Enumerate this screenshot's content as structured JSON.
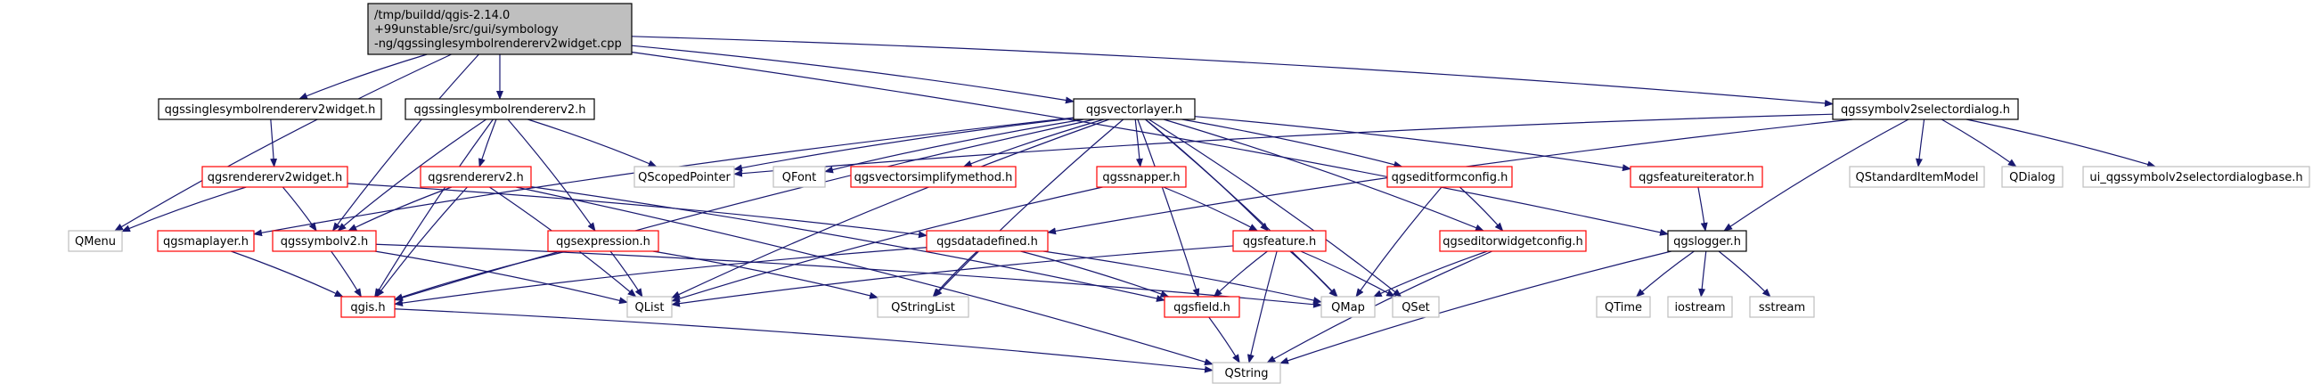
{
  "graph": {
    "colors": {
      "edge": "#191970",
      "box_black": "#000000",
      "box_red": "#ff0000",
      "box_grey": "#bfbfbf",
      "root_fill": "#bfbfbf",
      "text": "#000000",
      "text_grey": "#000000"
    },
    "nodes": {
      "root": {
        "lines": [
          "/tmp/buildd/qgis-2.14.0",
          "+99unstable/src/gui/symbology",
          "-ng/qgssinglesymbolrendererv2widget.cpp"
        ],
        "style": "root"
      },
      "widget_h": {
        "lines": [
          "qgssinglesymbolrendererv2widget.h"
        ],
        "style": "black"
      },
      "renderer_h": {
        "lines": [
          "qgssinglesymbolrendererv2.h"
        ],
        "style": "black"
      },
      "vectorlayer": {
        "lines": [
          "qgsvectorlayer.h"
        ],
        "style": "black"
      },
      "selector": {
        "lines": [
          "qgssymbolv2selectordialog.h"
        ],
        "style": "black"
      },
      "logger": {
        "lines": [
          "qgslogger.h"
        ],
        "style": "black"
      },
      "rendererwidget": {
        "lines": [
          "qgsrendererv2widget.h"
        ],
        "style": "red"
      },
      "rendererv2": {
        "lines": [
          "qgsrendererv2.h"
        ],
        "style": "red"
      },
      "scopedpointer": {
        "lines": [
          "QScopedPointer"
        ],
        "style": "grey"
      },
      "qfont": {
        "lines": [
          "QFont"
        ],
        "style": "grey"
      },
      "simplify": {
        "lines": [
          "qgsvectorsimplifymethod.h"
        ],
        "style": "red"
      },
      "snapper": {
        "lines": [
          "qgssnapper.h"
        ],
        "style": "red"
      },
      "editform": {
        "lines": [
          "qgseditformconfig.h"
        ],
        "style": "red"
      },
      "featureiter": {
        "lines": [
          "qgsfeatureiterator.h"
        ],
        "style": "red"
      },
      "stditem": {
        "lines": [
          "QStandardItemModel"
        ],
        "style": "grey"
      },
      "qdialog": {
        "lines": [
          "QDialog"
        ],
        "style": "grey"
      },
      "uiselector": {
        "lines": [
          "ui_qgssymbolv2selectordialogbase.h"
        ],
        "style": "grey"
      },
      "qmenu": {
        "lines": [
          "QMenu"
        ],
        "style": "grey"
      },
      "maplayer": {
        "lines": [
          "qgsmaplayer.h"
        ],
        "style": "red"
      },
      "symbolv2": {
        "lines": [
          "qgssymbolv2.h"
        ],
        "style": "red"
      },
      "expression": {
        "lines": [
          "qgsexpression.h"
        ],
        "style": "red"
      },
      "datadefined": {
        "lines": [
          "qgsdatadefined.h"
        ],
        "style": "red"
      },
      "feature": {
        "lines": [
          "qgsfeature.h"
        ],
        "style": "red"
      },
      "editorwidget": {
        "lines": [
          "qgseditorwidgetconfig.h"
        ],
        "style": "red"
      },
      "qgis": {
        "lines": [
          "qgis.h"
        ],
        "style": "red"
      },
      "qlist": {
        "lines": [
          "QList"
        ],
        "style": "grey"
      },
      "qstringlist": {
        "lines": [
          "QStringList"
        ],
        "style": "grey"
      },
      "field": {
        "lines": [
          "qgsfield.h"
        ],
        "style": "red"
      },
      "qmap": {
        "lines": [
          "QMap"
        ],
        "style": "grey"
      },
      "qset": {
        "lines": [
          "QSet"
        ],
        "style": "grey"
      },
      "qtime": {
        "lines": [
          "QTime"
        ],
        "style": "grey"
      },
      "iostream": {
        "lines": [
          "iostream"
        ],
        "style": "grey"
      },
      "sstream": {
        "lines": [
          "sstream"
        ],
        "style": "grey"
      },
      "qstring": {
        "lines": [
          "QString"
        ],
        "style": "grey"
      }
    },
    "edges": [
      [
        "root",
        "widget_h"
      ],
      [
        "root",
        "renderer_h"
      ],
      [
        "root",
        "vectorlayer"
      ],
      [
        "root",
        "selector"
      ],
      [
        "root",
        "logger"
      ],
      [
        "root",
        "qmenu"
      ],
      [
        "root",
        "symbolv2"
      ],
      [
        "widget_h",
        "rendererwidget"
      ],
      [
        "renderer_h",
        "rendererv2"
      ],
      [
        "renderer_h",
        "symbolv2"
      ],
      [
        "renderer_h",
        "scopedpointer"
      ],
      [
        "renderer_h",
        "expression"
      ],
      [
        "renderer_h",
        "qgis"
      ],
      [
        "rendererwidget",
        "qmenu"
      ],
      [
        "rendererwidget",
        "symbolv2"
      ],
      [
        "rendererwidget",
        "datadefined"
      ],
      [
        "rendererv2",
        "symbolv2"
      ],
      [
        "rendererv2",
        "qgis"
      ],
      [
        "rendererv2",
        "qlist"
      ],
      [
        "rendererv2",
        "qstring"
      ],
      [
        "rendererv2",
        "field"
      ],
      [
        "vectorlayer",
        "scopedpointer"
      ],
      [
        "vectorlayer",
        "qfont"
      ],
      [
        "vectorlayer",
        "simplify"
      ],
      [
        "vectorlayer",
        "snapper"
      ],
      [
        "vectorlayer",
        "editform"
      ],
      [
        "vectorlayer",
        "featureiter"
      ],
      [
        "vectorlayer",
        "maplayer"
      ],
      [
        "vectorlayer",
        "feature"
      ],
      [
        "vectorlayer",
        "qgis"
      ],
      [
        "vectorlayer",
        "qlist"
      ],
      [
        "vectorlayer",
        "qstringlist"
      ],
      [
        "vectorlayer",
        "field"
      ],
      [
        "vectorlayer",
        "qmap"
      ],
      [
        "vectorlayer",
        "qset"
      ],
      [
        "vectorlayer",
        "editorwidget"
      ],
      [
        "selector",
        "qdialog"
      ],
      [
        "selector",
        "stditem"
      ],
      [
        "selector",
        "uiselector"
      ],
      [
        "selector",
        "logger"
      ],
      [
        "selector",
        "datadefined"
      ],
      [
        "selector",
        "scopedpointer"
      ],
      [
        "logger",
        "qtime"
      ],
      [
        "logger",
        "iostream"
      ],
      [
        "logger",
        "sstream"
      ],
      [
        "logger",
        "qstring"
      ],
      [
        "maplayer",
        "qgis"
      ],
      [
        "symbolv2",
        "qgis"
      ],
      [
        "symbolv2",
        "qlist"
      ],
      [
        "symbolv2",
        "qmap"
      ],
      [
        "expression",
        "qgis"
      ],
      [
        "expression",
        "qlist"
      ],
      [
        "expression",
        "qstringlist"
      ],
      [
        "snapper",
        "feature"
      ],
      [
        "snapper",
        "qlist"
      ],
      [
        "datadefined",
        "qgis"
      ],
      [
        "datadefined",
        "qstringlist"
      ],
      [
        "datadefined",
        "field"
      ],
      [
        "datadefined",
        "qmap"
      ],
      [
        "feature",
        "qlist"
      ],
      [
        "feature",
        "field"
      ],
      [
        "feature",
        "qmap"
      ],
      [
        "feature",
        "qset"
      ],
      [
        "feature",
        "qstring"
      ],
      [
        "editform",
        "editorwidget"
      ],
      [
        "editform",
        "qmap"
      ],
      [
        "editorwidget",
        "qmap"
      ],
      [
        "editorwidget",
        "qstring"
      ],
      [
        "featureiter",
        "logger"
      ],
      [
        "field",
        "qstring"
      ],
      [
        "qgis",
        "qstring"
      ]
    ]
  }
}
